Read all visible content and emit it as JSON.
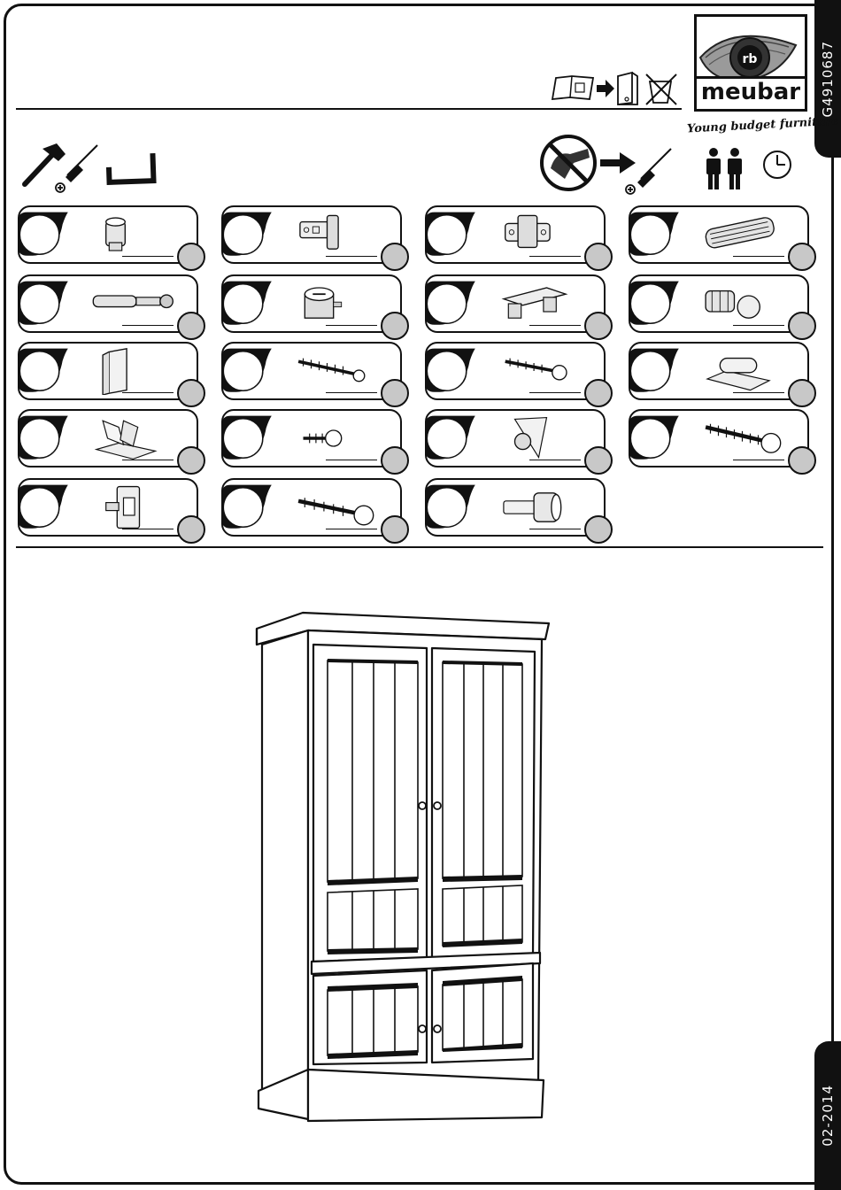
{
  "document": {
    "code": "G4910687",
    "date": "02-2014"
  },
  "brand": {
    "name": "meubar",
    "tagline": "Young budget furniture",
    "monogram": "rb"
  },
  "icons": {
    "tools": [
      "hammer-icon",
      "screwdriver-icon",
      "square-ruler-icon"
    ],
    "instruction_note": [
      "manual-icon",
      "arrow-right-icon",
      "binder-icon",
      "no-bin-icon"
    ],
    "no_power_tools": [
      "no-drill-icon",
      "arrow-right-icon",
      "screwdriver-icon"
    ],
    "persons": [
      "two-persons-icon"
    ],
    "time": [
      "clock-icon"
    ]
  },
  "parts": [
    {
      "icon": "dowel-plug-icon"
    },
    {
      "icon": "cabinet-hinge-icon"
    },
    {
      "icon": "hinge-mounting-plate-icon"
    },
    {
      "icon": "wooden-dowel-icon"
    },
    {
      "icon": "connector-bolt-icon"
    },
    {
      "icon": "cam-lock-icon"
    },
    {
      "icon": "shelf-connector-icon"
    },
    {
      "icon": "threaded-insert-icon"
    },
    {
      "icon": "corner-bracket-icon"
    },
    {
      "icon": "long-screw-icon"
    },
    {
      "icon": "flat-head-screw-icon"
    },
    {
      "icon": "rod-holder-icon"
    },
    {
      "icon": "angle-bracket-icon"
    },
    {
      "icon": "short-screw-icon"
    },
    {
      "icon": "corner-cap-icon"
    },
    {
      "icon": "bolt-washer-icon"
    },
    {
      "icon": "magnetic-catch-icon"
    },
    {
      "icon": "wood-screw-icon"
    },
    {
      "icon": "shelf-pin-icon"
    }
  ]
}
